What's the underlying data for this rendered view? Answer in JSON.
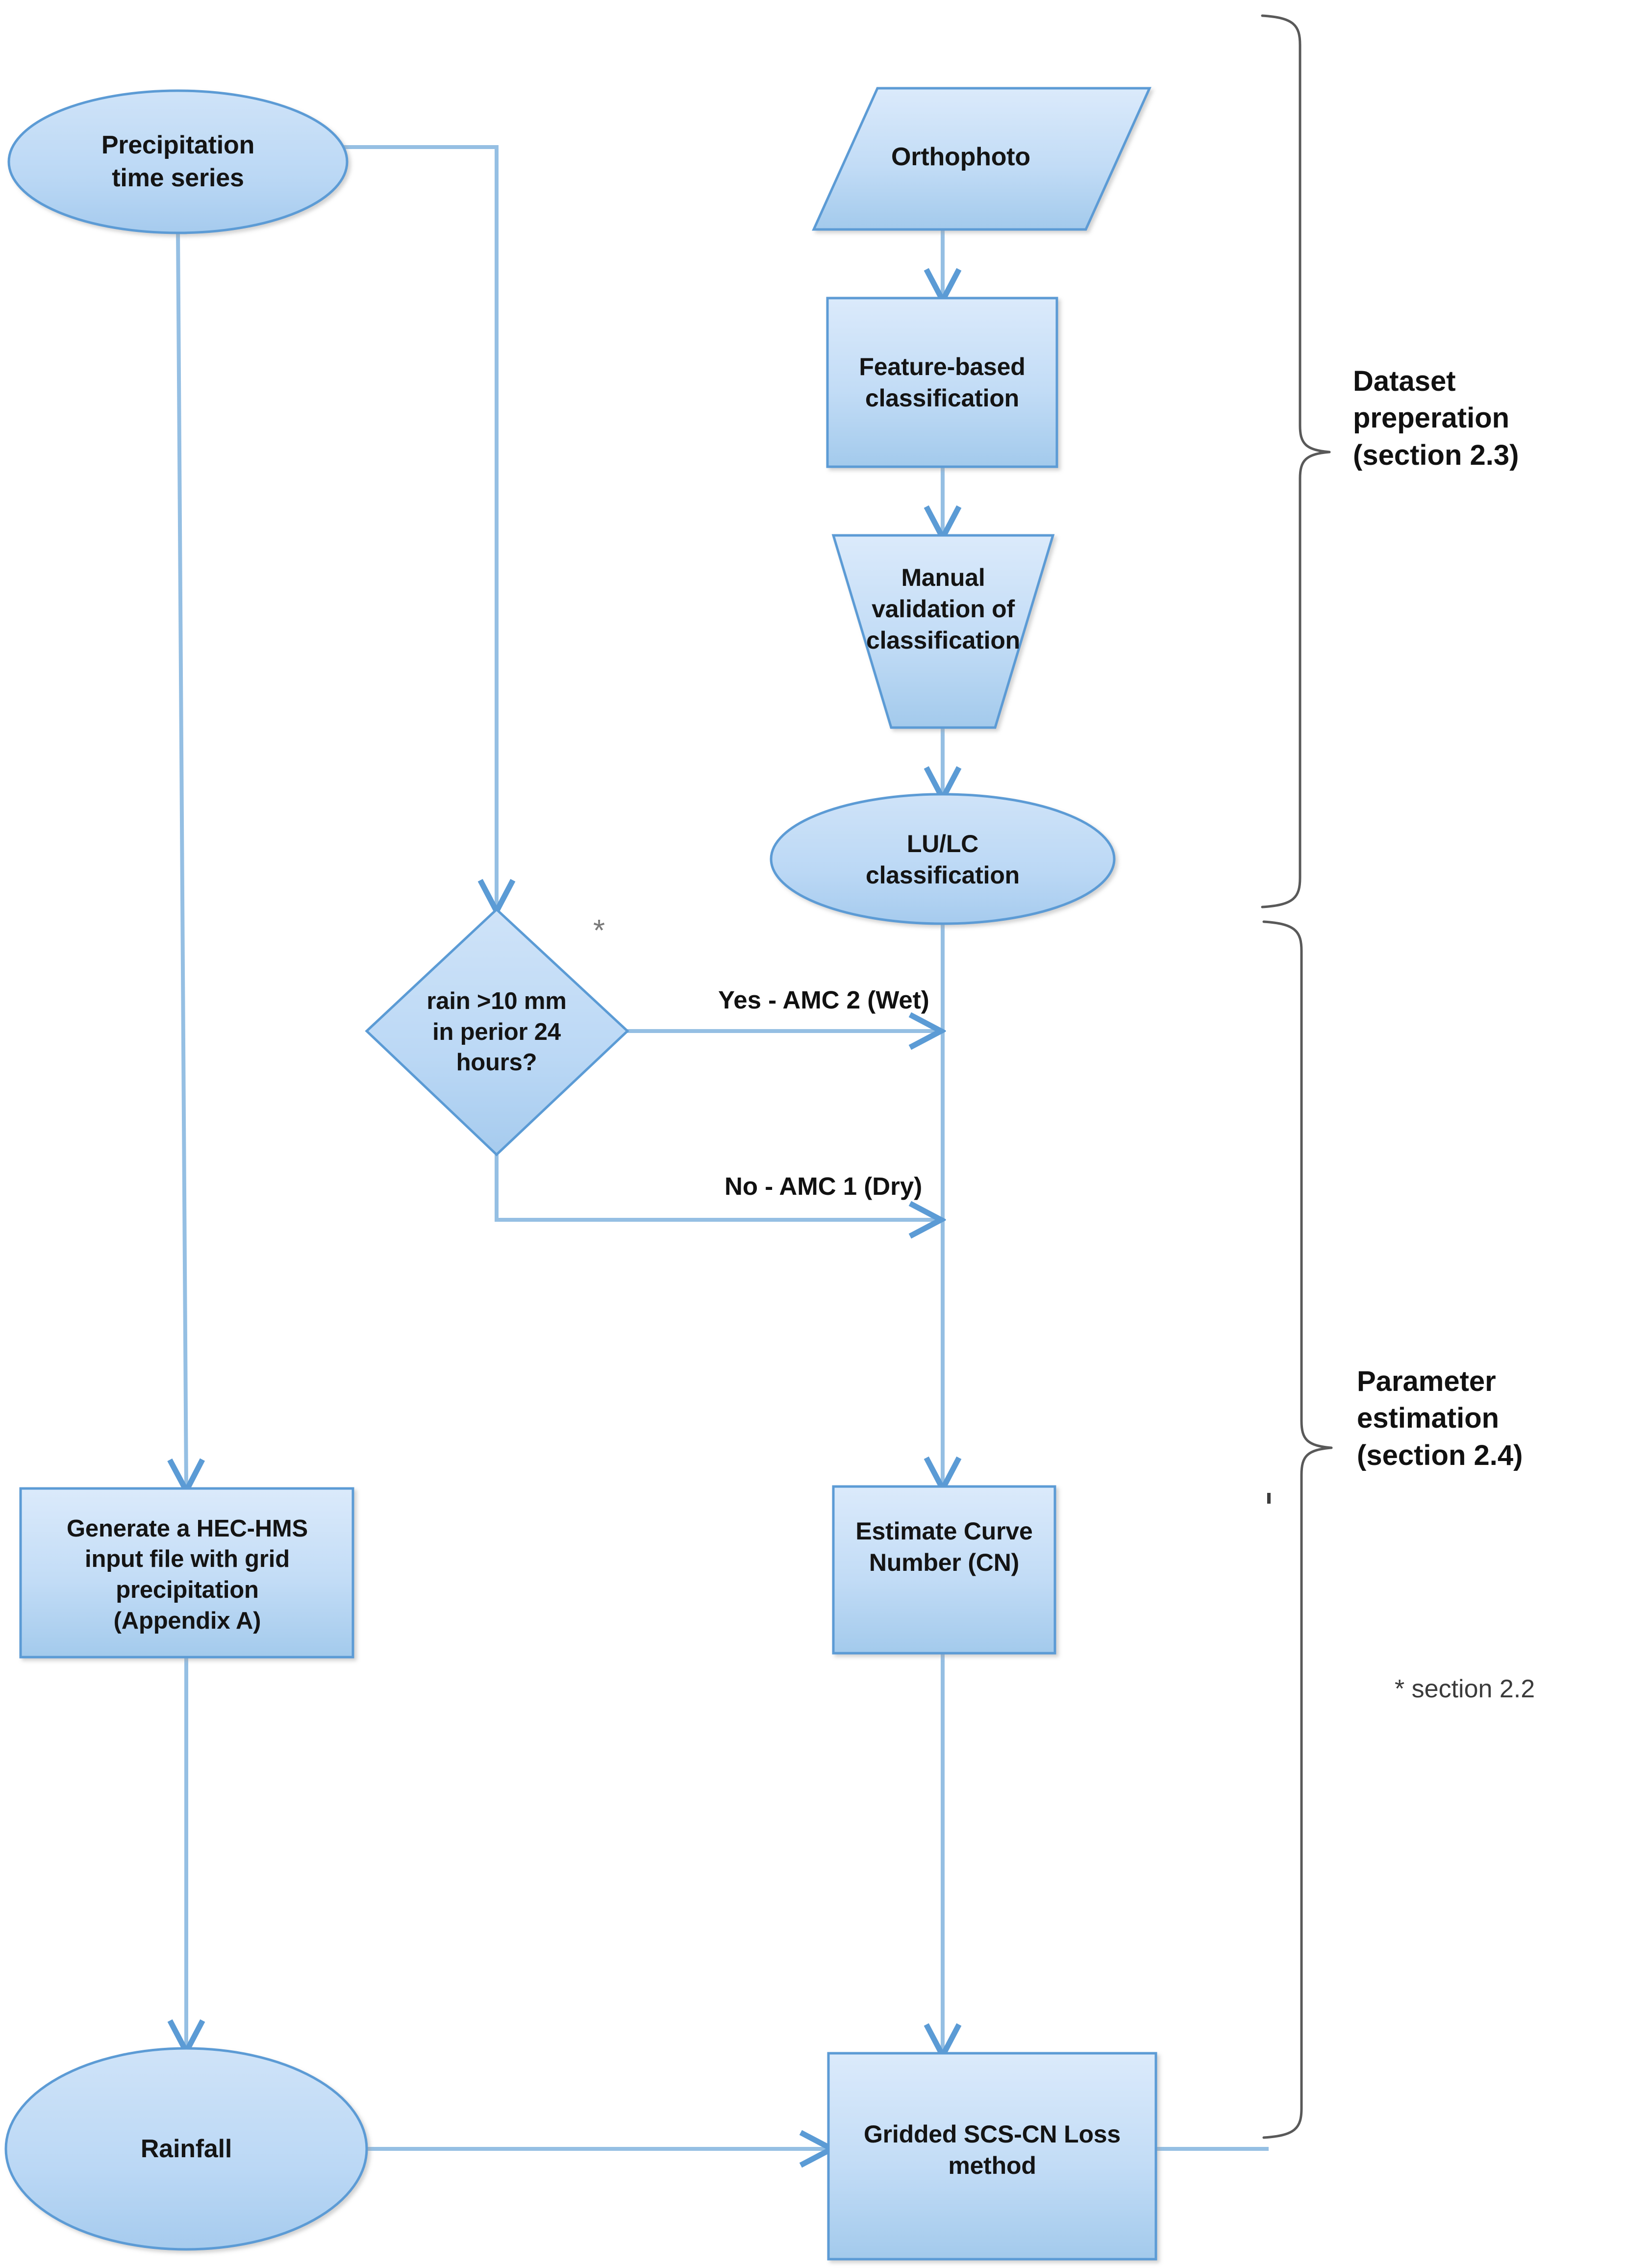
{
  "diagram": {
    "title": "Hydrologic modelling workflow flowchart",
    "colors": {
      "node_fill_top": "#d2e4f7",
      "node_fill_bottom": "#a8cdee",
      "node_stroke": "#5b9bd5",
      "connector": "#95bfe3",
      "brace": "#595959",
      "text": "#141414"
    },
    "nodes": [
      {
        "id": "precipitation",
        "shape": "ellipse",
        "label": "Precipitation\ntime series"
      },
      {
        "id": "orthophoto",
        "shape": "parallelogram",
        "label": "Orthophoto"
      },
      {
        "id": "feature-based-classification",
        "shape": "rectangle",
        "label": "Feature-based\nclassification"
      },
      {
        "id": "manual-validation",
        "shape": "trapezoid",
        "label": "Manual\nvalidation of\nclassification"
      },
      {
        "id": "lulc-classification",
        "shape": "ellipse",
        "label": "LU/LC\nclassification"
      },
      {
        "id": "rain-decision",
        "shape": "diamond",
        "label": "rain >10 mm\nin perior 24\nhours?"
      },
      {
        "id": "generate-hec-hms-input",
        "shape": "rectangle",
        "label": "Generate a HEC-HMS\ninput file with grid\nprecipitation\n(Appendix A)"
      },
      {
        "id": "estimate-curve-number",
        "shape": "rectangle",
        "label": "Estimate Curve\nNumber (CN)"
      },
      {
        "id": "rainfall",
        "shape": "ellipse",
        "label": "Rainfall"
      },
      {
        "id": "gridded-scs-cn-loss",
        "shape": "rectangle",
        "label": "Gridded SCS-CN Loss\nmethod"
      }
    ],
    "edge_labels": [
      {
        "id": "yes-amc2",
        "text": "Yes - AMC 2 (Wet)"
      },
      {
        "id": "no-amc1",
        "text": "No - AMC 1 (Dry)"
      }
    ],
    "braces": [
      {
        "id": "dataset-preparation",
        "label": "Dataset\npreperation\n(section 2.3)"
      },
      {
        "id": "parameter-estimation",
        "label": "Parameter\nestimation\n(section 2.4)"
      }
    ],
    "annotations": [
      {
        "id": "asterisk-marker",
        "text": "*"
      },
      {
        "id": "footnote-section",
        "text": "*  section  2.2"
      }
    ]
  }
}
